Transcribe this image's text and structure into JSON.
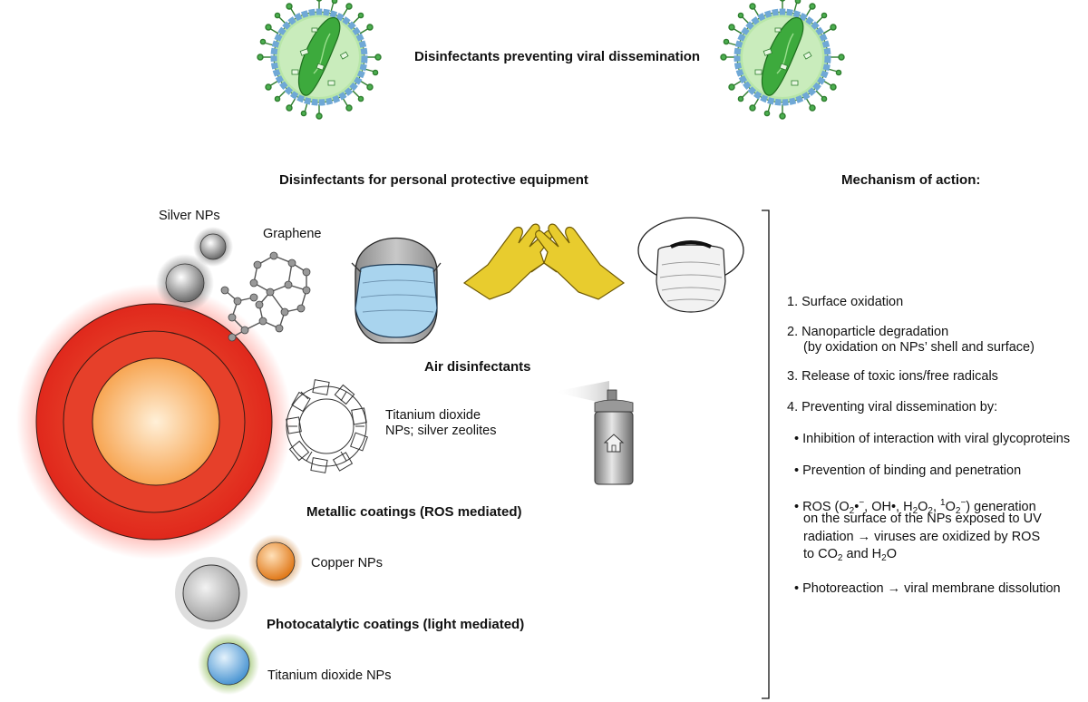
{
  "title": "Disinfectants preventing viral dissemination",
  "ppe_heading": "Disinfectants for personal protective equipment",
  "mechanism_heading": "Mechanism of action:",
  "labels": {
    "silver_nps": "Silver NPs",
    "graphene": "Graphene",
    "air_disinfectants": "Air disinfectants",
    "titanium_line1": "Titanium dioxide",
    "titanium_line2": "NPs; silver zeolites",
    "metallic_coatings": "Metallic coatings (ROS mediated)",
    "copper_nps": "Copper NPs",
    "photocatalytic_coatings": "Photocatalytic coatings (light mediated)",
    "titanium_dioxide_nps": "Titanium dioxide NPs"
  },
  "mechanism": {
    "item1": "1. Surface oxidation",
    "item2_line1": "2. Nanoparticle degradation",
    "item2_line2": "(by oxidation on NPs’ shell and surface)",
    "item3": "3. Release of toxic ions/free radicals",
    "item4": "4. Preventing viral dissemination by:",
    "bullet1": "• Inhibition of interaction with viral glycoproteins",
    "bullet2": "• Prevention of binding and penetration",
    "bullet3": {
      "ros_prefix": "• ROS (O",
      "sub2": "2",
      "radical": "•",
      "minus": "−",
      "middle": ", OH•, H",
      "h2o2_sub_a": "2",
      "o": "O",
      "h2o2_sub_b": "2",
      "comma": ", ",
      "sup1": "1",
      "o2": "O",
      "sub2b": "2",
      "minus2": "−",
      "suffix": ") generation",
      "line2": "on the surface of the NPs exposed to UV",
      "line3": "radiation → viruses are oxidized by ROS",
      "line4_a": "to CO",
      "line4_sub": "2",
      "line4_b": " and H",
      "line4_sub2": "2",
      "line4_c": "O"
    },
    "bullet4": "• Photoreaction → viral membrane dissolution"
  },
  "colors": {
    "virus_envelope": "#b8e6a8",
    "virus_bead": "#6fa8d6",
    "virus_core": "#3daa3d",
    "glove": "#e8cc2e",
    "mask": "#a9d4ee",
    "red_core": "#e33224",
    "orange_core": "#f7b26a",
    "copper": "#e8892a",
    "silver": "#9a9a9a",
    "titanium": "#5ba3d9"
  }
}
